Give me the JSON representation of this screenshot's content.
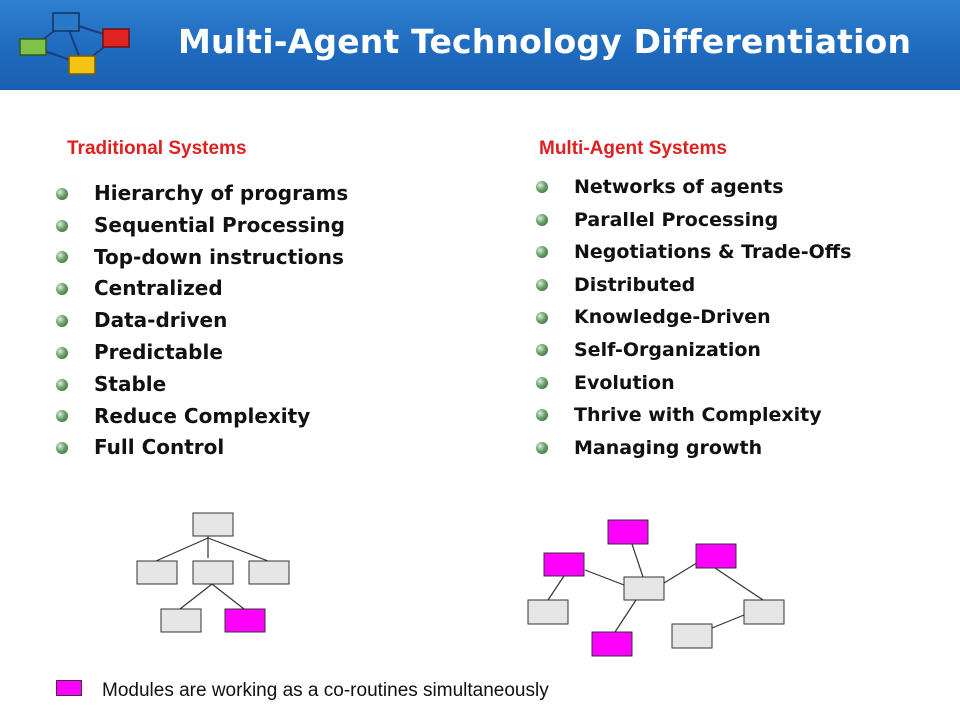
{
  "title": "Multi-Agent Technology Differentiation",
  "colors": {
    "header_bg": "#1f6bbf",
    "heading_red": "#e02020",
    "module_active": "#ff00ff",
    "module_idle": "#e6e6e6"
  },
  "left": {
    "heading": "Traditional Systems",
    "items": [
      "Hierarchy of programs",
      "Sequential Processing",
      "Top-down instructions",
      "Centralized",
      "Data-driven",
      "Predictable",
      "Stable",
      "Reduce Complexity",
      "Full Control"
    ]
  },
  "right": {
    "heading": "Multi-Agent Systems",
    "items": [
      "Networks of agents",
      "Parallel Processing",
      "Negotiations & Trade-Offs",
      "Distributed",
      "Knowledge-Driven",
      "Self-Organization",
      "Evolution",
      "Thrive with Complexity",
      "Managing growth"
    ]
  },
  "legend": {
    "text": "Modules are working as a co-routines simultaneously"
  }
}
